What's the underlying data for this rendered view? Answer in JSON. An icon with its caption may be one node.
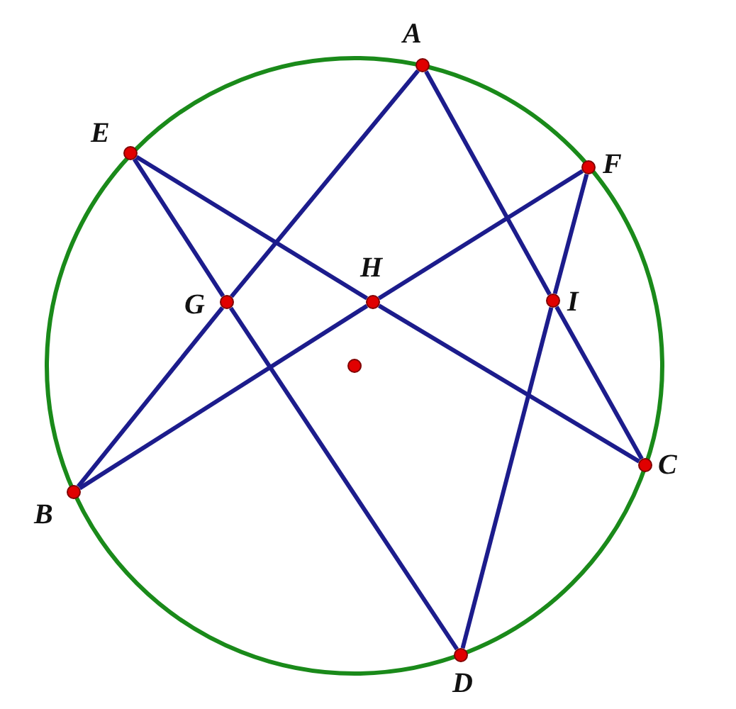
{
  "diagram": {
    "nodes": [
      {
        "text": [
          "A"
        ]
      },
      {
        "text": [
          "E"
        ]
      },
      {
        "text": [
          "F"
        ]
      },
      {
        "text": [
          "G"
        ]
      },
      {
        "text": [
          "H"
        ]
      },
      {
        "text": [
          "I"
        ]
      },
      {
        "text": [
          "B"
        ]
      },
      {
        "text": [
          "C"
        ]
      },
      {
        "text": [
          "D"
        ]
      },
      {
        "text": [],
        "shape": "circle"
      }
    ],
    "edges": [
      {
        "from": 0,
        "to": 3,
        "arrow": "none"
      },
      {
        "from": 3,
        "to": 6,
        "arrow": "none"
      },
      {
        "from": 0,
        "to": 5,
        "arrow": "none"
      },
      {
        "from": 5,
        "to": 7,
        "arrow": "none"
      },
      {
        "from": 1,
        "to": 3,
        "arrow": "none"
      },
      {
        "from": 3,
        "to": 8,
        "arrow": "none"
      },
      {
        "from": 1,
        "to": 4,
        "arrow": "none"
      },
      {
        "from": 4,
        "to": 7,
        "arrow": "none"
      },
      {
        "from": 6,
        "to": 4,
        "arrow": "none"
      },
      {
        "from": 4,
        "to": 2,
        "arrow": "none"
      },
      {
        "from": 2,
        "to": 5,
        "arrow": "none"
      },
      {
        "from": 5,
        "to": 8,
        "arrow": "none"
      }
    ]
  }
}
